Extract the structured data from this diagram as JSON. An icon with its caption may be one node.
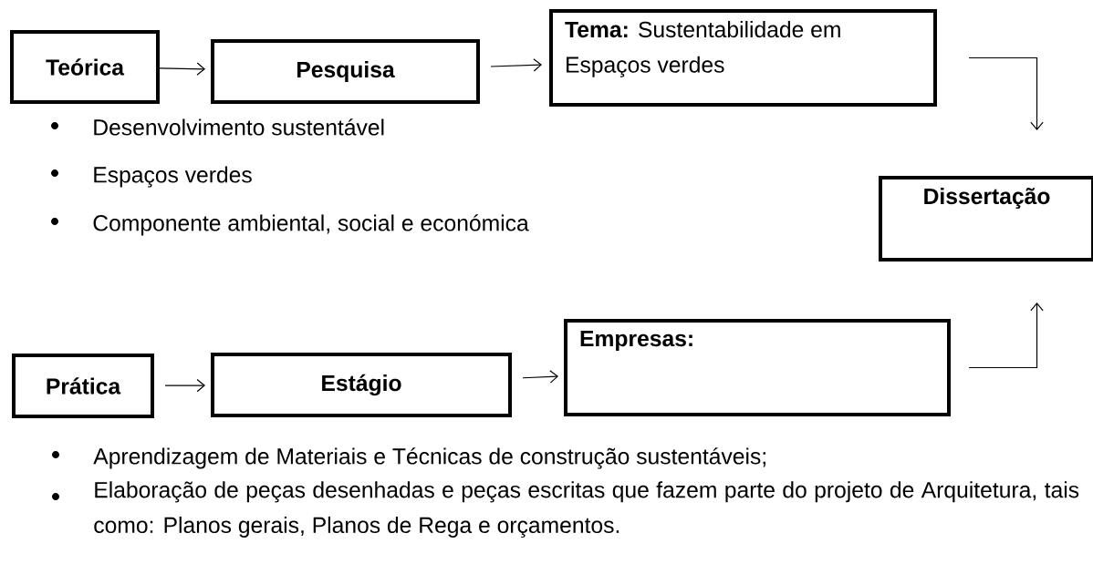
{
  "diagram": {
    "nodes": [
      {
        "text": [
          "Teórica"
        ]
      },
      {
        "text": [
          "Pesquisa"
        ]
      },
      {
        "text": [
          "Tema:",
          "Sustentabilidade em Espaços verdes"
        ]
      },
      {
        "text": [
          "Dissertação"
        ]
      },
      {
        "text": [
          "Prática"
        ]
      },
      {
        "text": [
          "Estágio"
        ]
      },
      {
        "text": [
          "Empresas:"
        ]
      }
    ],
    "edges": [
      {
        "from": 0,
        "to": 1,
        "arrow": "to"
      },
      {
        "from": 1,
        "to": 2,
        "arrow": "to"
      },
      {
        "from": 2,
        "to": 3,
        "arrow": "to"
      },
      {
        "from": 4,
        "to": 5,
        "arrow": "to"
      },
      {
        "from": 5,
        "to": 6,
        "arrow": "to"
      },
      {
        "from": 6,
        "to": 3,
        "arrow": "to"
      }
    ],
    "labels": [
      "Desenvolvimento sustentável",
      "Espaços verdes",
      "Componente ambiental, social e económica",
      "Aprendizagem de Materiais e Técnicas de construção sustentáveis;",
      "Elaboração de peças desenhadas e peças escritas que fazem parte do projeto de Arquitetura, tais como: Planos gerais, Planos de Rega e orçamentos."
    ]
  }
}
